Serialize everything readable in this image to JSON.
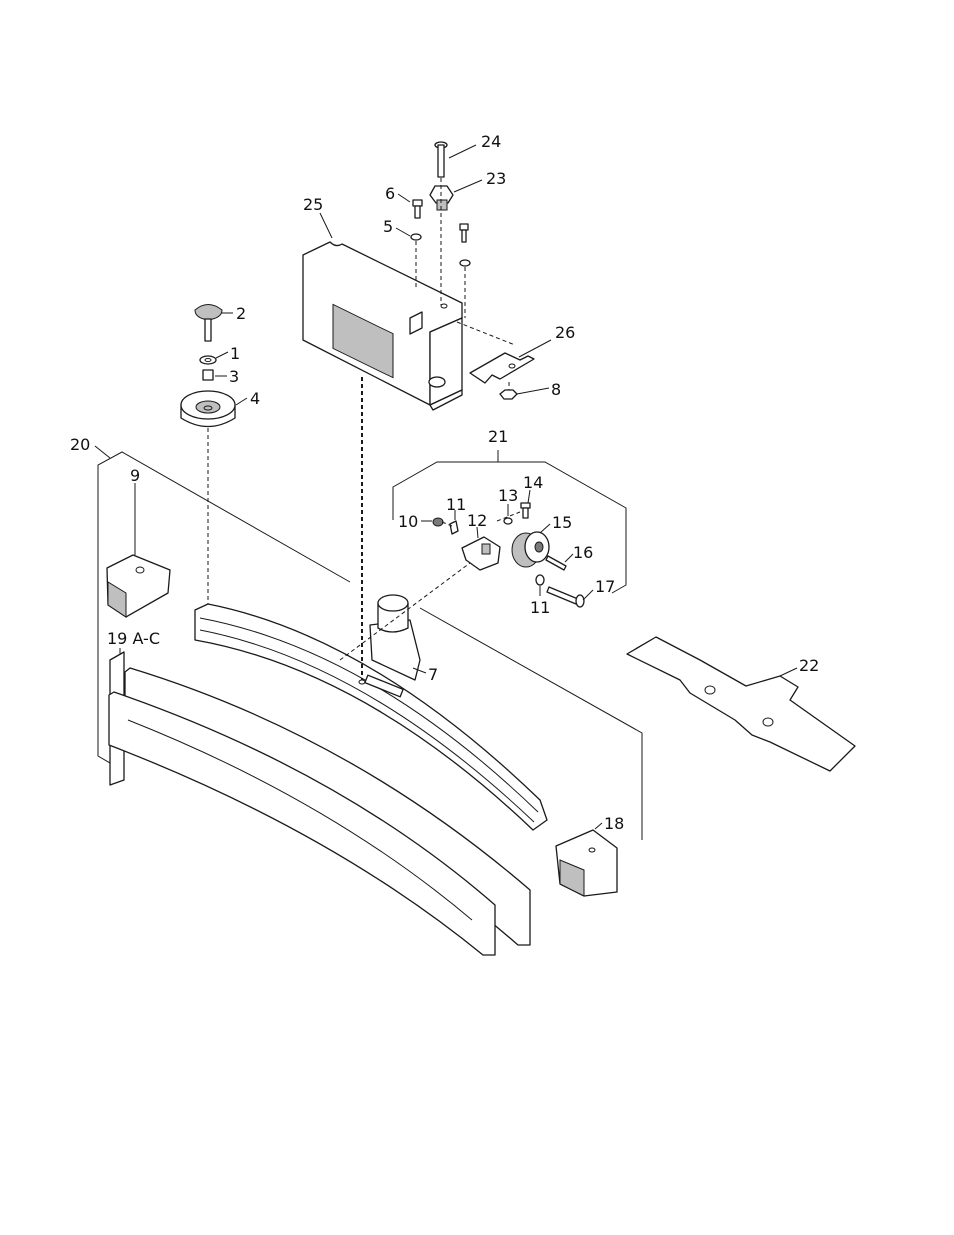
{
  "callouts": {
    "p1": "1",
    "p2": "2",
    "p3": "3",
    "p4": "4",
    "p5": "5",
    "p6": "6",
    "p7": "7",
    "p8": "8",
    "p9": "9",
    "p10": "10",
    "p11a": "11",
    "p11b": "11",
    "p12": "12",
    "p13": "13",
    "p14": "14",
    "p15": "15",
    "p16": "16",
    "p17": "17",
    "p18": "18",
    "p19": "19 A-C",
    "p20": "20",
    "p21": "21",
    "p22": "22",
    "p23": "23",
    "p24": "24",
    "p25": "25",
    "p26": "26"
  }
}
